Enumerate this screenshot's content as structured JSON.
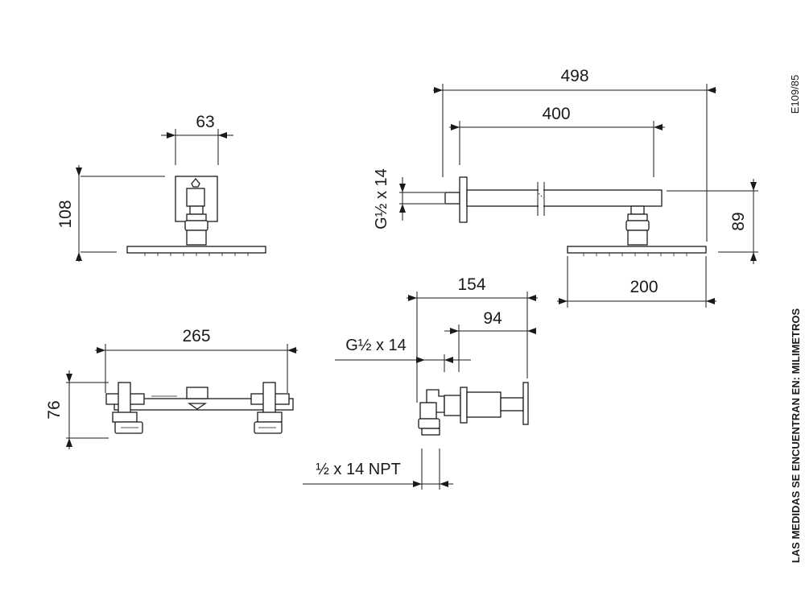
{
  "drawing": {
    "code": "E109/85",
    "note": "LAS MEDIDAS SE ENCUENTRAN EN: MILIMETROS"
  },
  "dimensions": {
    "head_width": "63",
    "head_height": "108",
    "arm_length": "498",
    "arm_inner": "400",
    "arm_thread": "G½ x 14",
    "arm_height": "89",
    "shower_head": "200",
    "mixer_width": "265",
    "mixer_height": "76",
    "side_depth": "154",
    "side_inner": "94",
    "side_thread": "G½ x 14",
    "side_npt": "½ x 14 NPT"
  }
}
